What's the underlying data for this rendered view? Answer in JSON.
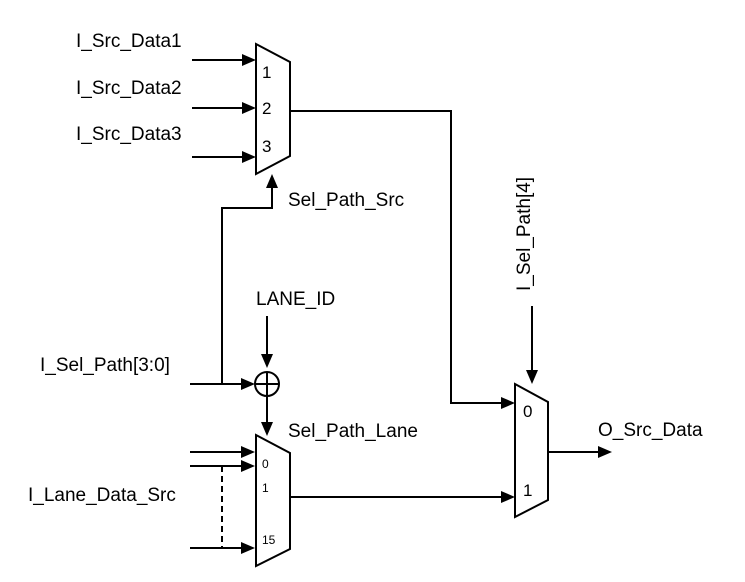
{
  "inputs": {
    "src_data1": "I_Src_Data1",
    "src_data2": "I_Src_Data2",
    "src_data3": "I_Src_Data3",
    "sel_path_3_0": "I_Sel_Path[3:0]",
    "lane_data_src": "I_Lane_Data_Src",
    "sel_path_4": "I_Sel_Path[4]",
    "lane_id": "LANE_ID"
  },
  "signals": {
    "sel_path_src": "Sel_Path_Src",
    "sel_path_lane": "Sel_Path_Lane"
  },
  "outputs": {
    "src_data": "O_Src_Data"
  },
  "mux_src": {
    "ports": [
      "1",
      "2",
      "3"
    ]
  },
  "mux_lane": {
    "ports": [
      "0",
      "1",
      "15"
    ]
  },
  "mux_out": {
    "ports": [
      "0",
      "1"
    ]
  }
}
